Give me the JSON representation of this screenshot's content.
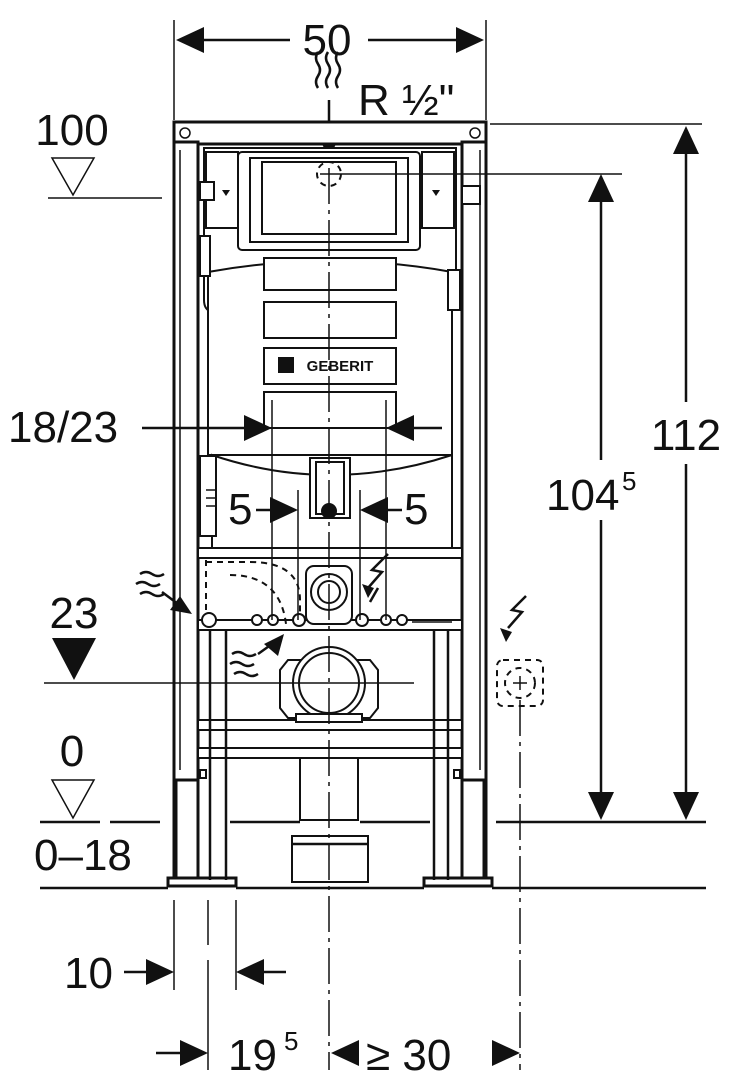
{
  "diagram": {
    "width_label": "50",
    "connection_label": "R ½\"",
    "level_100": "100",
    "level_23": "23",
    "level_0": "0",
    "level_range": "0–18",
    "dim_18_23": "18/23",
    "dim_5_left": "5",
    "dim_5_right": "5",
    "dim_104_base": "104",
    "dim_104_sup": "5",
    "dim_112": "112",
    "dim_10": "10",
    "dim_19_base": "19",
    "dim_19_sup": "5",
    "dim_30": "≥ 30",
    "brand": "GEBERIT"
  },
  "icons": [
    "water-supply-icon",
    "electric-icon",
    "hot-air-icon"
  ]
}
